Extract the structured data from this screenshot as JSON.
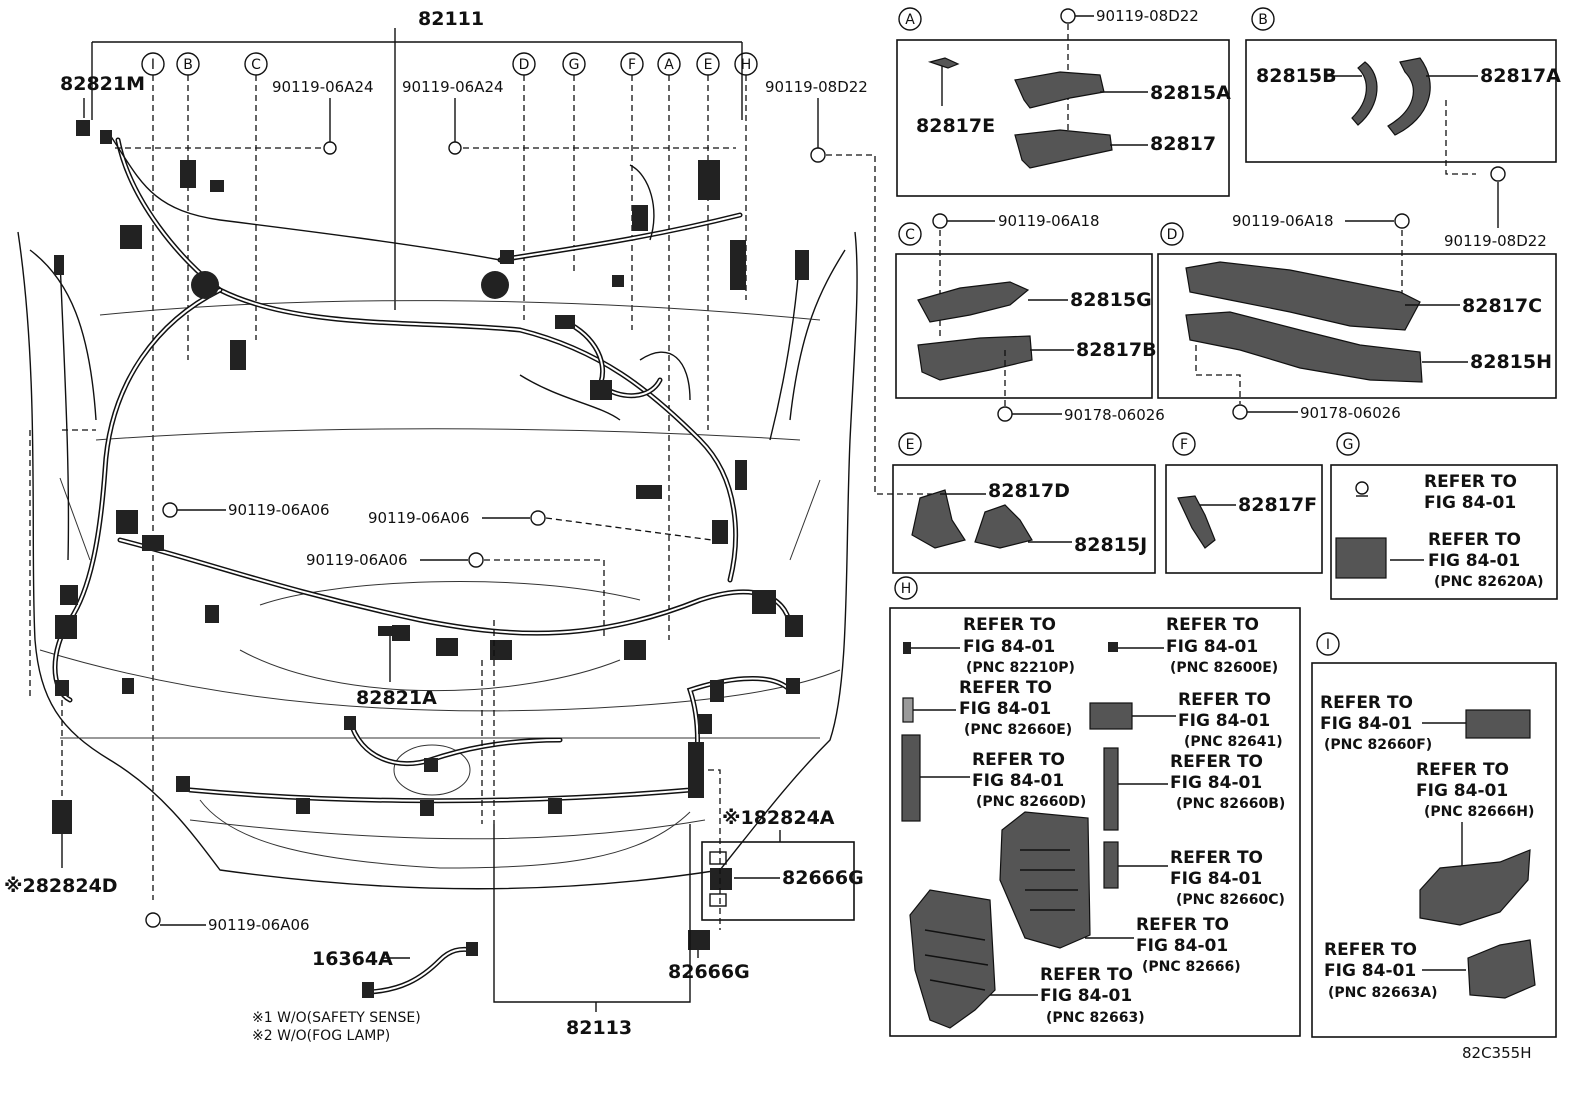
{
  "main": {
    "top_part": "82111",
    "bottom_part": "82113",
    "callout_letters": [
      "I",
      "B",
      "C",
      "D",
      "G",
      "F",
      "A",
      "E",
      "H"
    ],
    "labels": {
      "p82821M": "82821M",
      "p90119_06A24_1": "90119-06A24",
      "p90119_06A24_2": "90119-06A24",
      "p90119_08D22": "90119-08D22",
      "p90119_06A06_1": "90119-06A06",
      "p90119_06A06_2": "90119-06A06",
      "p90119_06A06_3": "90119-06A06",
      "p90119_06A06_4": "90119-06A06",
      "p82821A": "82821A",
      "p82824A": "※182824A",
      "p82666G_1": "82666G",
      "p82666G_2": "82666G",
      "p82824D": "※282824D",
      "p16364A": "16364A"
    },
    "notes": [
      "※1 W/O(SAFETY SENSE)",
      "※2 W/O(FOG LAMP)"
    ]
  },
  "detail_A": {
    "letter": "A",
    "bolt": "90119-08D22",
    "parts": [
      "82817E",
      "82815A",
      "82817"
    ]
  },
  "detail_B": {
    "letter": "B",
    "parts": [
      "82815B",
      "82817A"
    ],
    "bolt": "90119-08D22"
  },
  "detail_C": {
    "letter": "C",
    "bolt": "90119-06A18",
    "parts": [
      "82815G",
      "82817B"
    ],
    "nut": "90178-06026"
  },
  "detail_D": {
    "letter": "D",
    "bolt": "90119-06A18",
    "parts": [
      "82817C",
      "82815H"
    ],
    "nut": "90178-06026"
  },
  "detail_E": {
    "letter": "E",
    "parts": [
      "82817D",
      "82815J"
    ]
  },
  "detail_F": {
    "letter": "F",
    "parts": [
      "82817F"
    ]
  },
  "detail_G": {
    "letter": "G",
    "refs": [
      {
        "line1": "REFER TO",
        "line2": "FIG 84-01",
        "pnc": ""
      },
      {
        "line1": "REFER TO",
        "line2": "FIG 84-01",
        "pnc": "(PNC 82620A)"
      }
    ]
  },
  "detail_H": {
    "letter": "H",
    "refs": [
      {
        "line1": "REFER TO",
        "line2": "FIG 84-01",
        "pnc": "(PNC 82210P)"
      },
      {
        "line1": "REFER TO",
        "line2": "FIG 84-01",
        "pnc": "(PNC 82600E)"
      },
      {
        "line1": "REFER TO",
        "line2": "FIG 84-01",
        "pnc": "(PNC 82660E)"
      },
      {
        "line1": "REFER TO",
        "line2": "FIG 84-01",
        "pnc": "(PNC 82641)"
      },
      {
        "line1": "REFER TO",
        "line2": "FIG 84-01",
        "pnc": "(PNC 82660D)"
      },
      {
        "line1": "REFER TO",
        "line2": "FIG 84-01",
        "pnc": "(PNC 82660B)"
      },
      {
        "line1": "REFER TO",
        "line2": "FIG 84-01",
        "pnc": "(PNC 82660C)"
      },
      {
        "line1": "REFER TO",
        "line2": "FIG 84-01",
        "pnc": "(PNC 82666)"
      },
      {
        "line1": "REFER TO",
        "line2": "FIG 84-01",
        "pnc": "(PNC 82663)"
      }
    ]
  },
  "detail_I": {
    "letter": "I",
    "refs": [
      {
        "line1": "REFER TO",
        "line2": "FIG 84-01",
        "pnc": "(PNC 82660F)"
      },
      {
        "line1": "REFER TO",
        "line2": "FIG 84-01",
        "pnc": "(PNC 82666H)"
      },
      {
        "line1": "REFER TO",
        "line2": "FIG 84-01",
        "pnc": "(PNC 82663A)"
      }
    ]
  },
  "figure_code": "82C355H",
  "icons": [
    "bolt-icon",
    "nut-icon",
    "connector-icon",
    "bracket-icon",
    "junction-block-icon"
  ]
}
